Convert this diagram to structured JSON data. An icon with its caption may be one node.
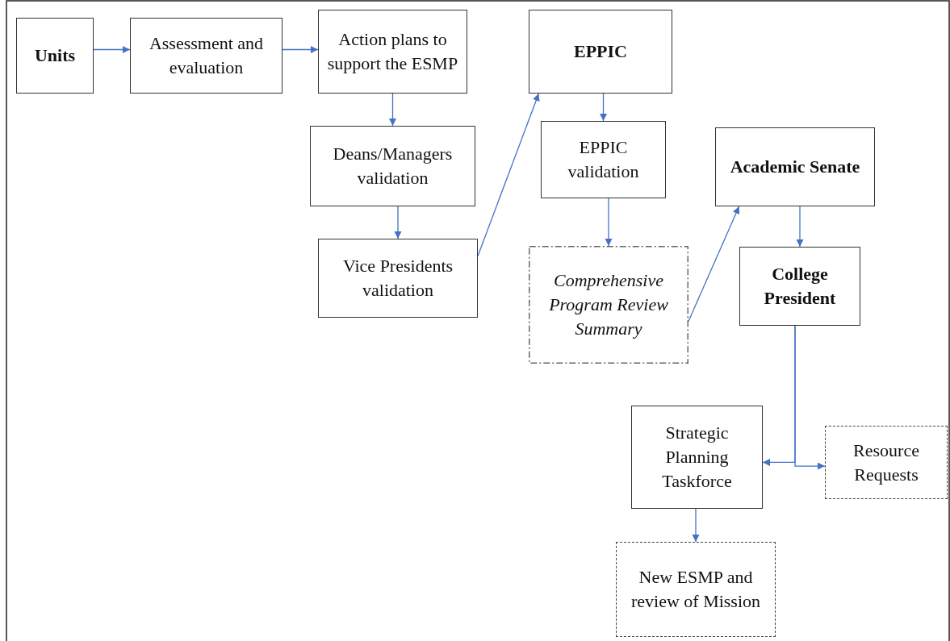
{
  "diagram": {
    "nodes": [
      {
        "text": [
          "Units"
        ]
      },
      {
        "text": [
          "Assessment and evaluation"
        ]
      },
      {
        "text": [
          "Action plans to support the ESMP"
        ]
      },
      {
        "text": [
          "EPPIC"
        ]
      },
      {
        "text": [
          "Deans/Managers validation"
        ]
      },
      {
        "text": [
          "Vice Presidents validation"
        ]
      },
      {
        "text": [
          "EPPIC validation"
        ]
      },
      {
        "text": [
          "Comprehensive Program Review Summary"
        ]
      },
      {
        "text": [
          "Academic Senate"
        ]
      },
      {
        "text": [
          "College President"
        ]
      },
      {
        "text": [
          "Strategic Planning Taskforce"
        ]
      },
      {
        "text": [
          "Resource Requests"
        ]
      },
      {
        "text": [
          "New ESMP and review of Mission"
        ]
      }
    ],
    "edges": [
      {
        "from": 0,
        "to": 1,
        "arrow": "to"
      },
      {
        "from": 1,
        "to": 2,
        "arrow": "to"
      },
      {
        "from": 2,
        "to": 4,
        "arrow": "to"
      },
      {
        "from": 4,
        "to": 5,
        "arrow": "to"
      },
      {
        "from": 5,
        "to": 3,
        "arrow": "to"
      },
      {
        "from": 3,
        "to": 6,
        "arrow": "to"
      },
      {
        "from": 6,
        "to": 7,
        "arrow": "to"
      },
      {
        "from": 7,
        "to": 8,
        "arrow": "to"
      },
      {
        "from": 8,
        "to": 9,
        "arrow": "to"
      },
      {
        "from": 9,
        "to": 10,
        "arrow": "to"
      },
      {
        "from": 9,
        "to": 11,
        "arrow": "to"
      },
      {
        "from": 10,
        "to": 12,
        "arrow": "to"
      }
    ]
  }
}
